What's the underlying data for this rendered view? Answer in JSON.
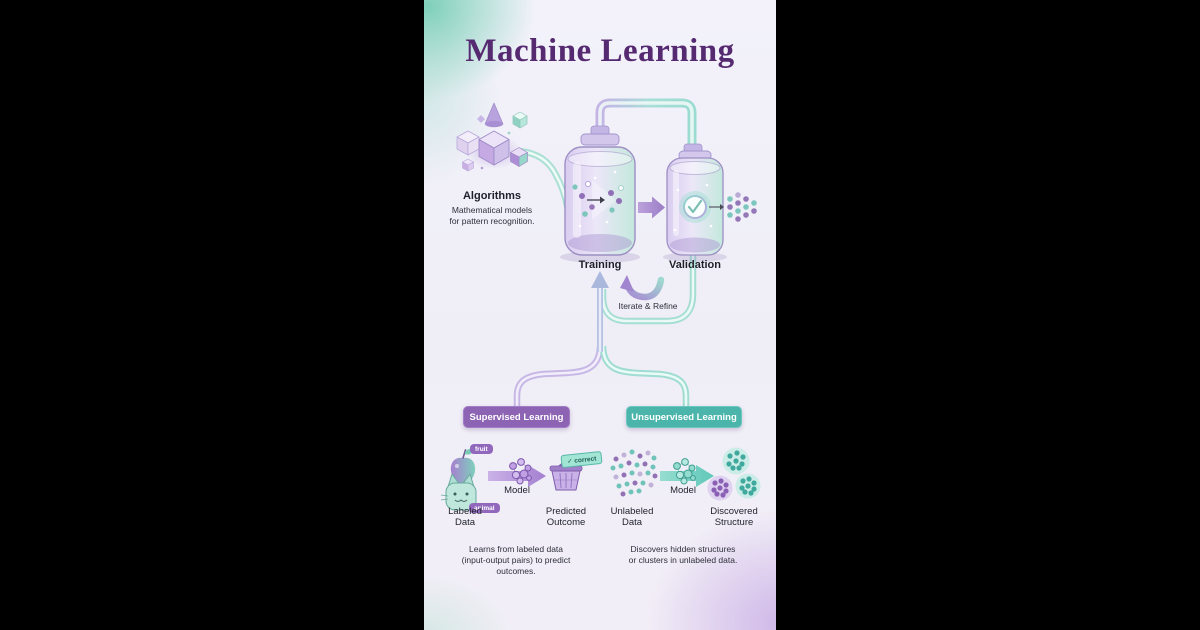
{
  "title": "Machine Learning",
  "colors": {
    "title_text": "#562a70",
    "body_text": "#23242f",
    "supervised_accent": "#8d63b3",
    "unsupervised_accent": "#4bb5ac",
    "pipe_teal": "#a4ddd2",
    "pipe_purple": "#c7b7e6",
    "mint_corner_glow": "#78ceb6",
    "lavender_corner_glow": "#c6aae4",
    "letterbox": "#000000"
  },
  "algorithms": {
    "label": "Algorithms",
    "description_lines": [
      "Mathematical models",
      "for pattern recognition."
    ]
  },
  "pipeline": {
    "training": "Training",
    "validation": "Validation",
    "iterate": "Iterate & Refine"
  },
  "supervised": {
    "badge": "Supervised Learning",
    "tag_fruit": "fruit",
    "tag_animal": "animal",
    "tag_correct": "✓ correct",
    "model": "Model",
    "input": "Labeled Data",
    "output": "Predicted Outcome",
    "description_lines": [
      "Learns from labeled data",
      "(input-output pairs) to predict",
      "outcomes."
    ]
  },
  "unsupervised": {
    "badge": "Unsupervised Learning",
    "model": "Model",
    "input": "Unlabeled Data",
    "output": "Discovered Structure",
    "description_lines": [
      "Discovers hidden structures",
      "or clusters in unlabeled data."
    ]
  },
  "icons": {
    "algorithms": "isometric-cubes",
    "training": "jar-with-data-points",
    "validation": "jar-with-checkmark",
    "supervised_inputs": [
      "apple",
      "cat"
    ],
    "supervised_model": "node-cluster",
    "supervised_output": "shopping-basket",
    "unsupervised_input": "scattered-dots",
    "unsupervised_model": "node-cluster",
    "unsupervised_output": "dot-clusters"
  }
}
